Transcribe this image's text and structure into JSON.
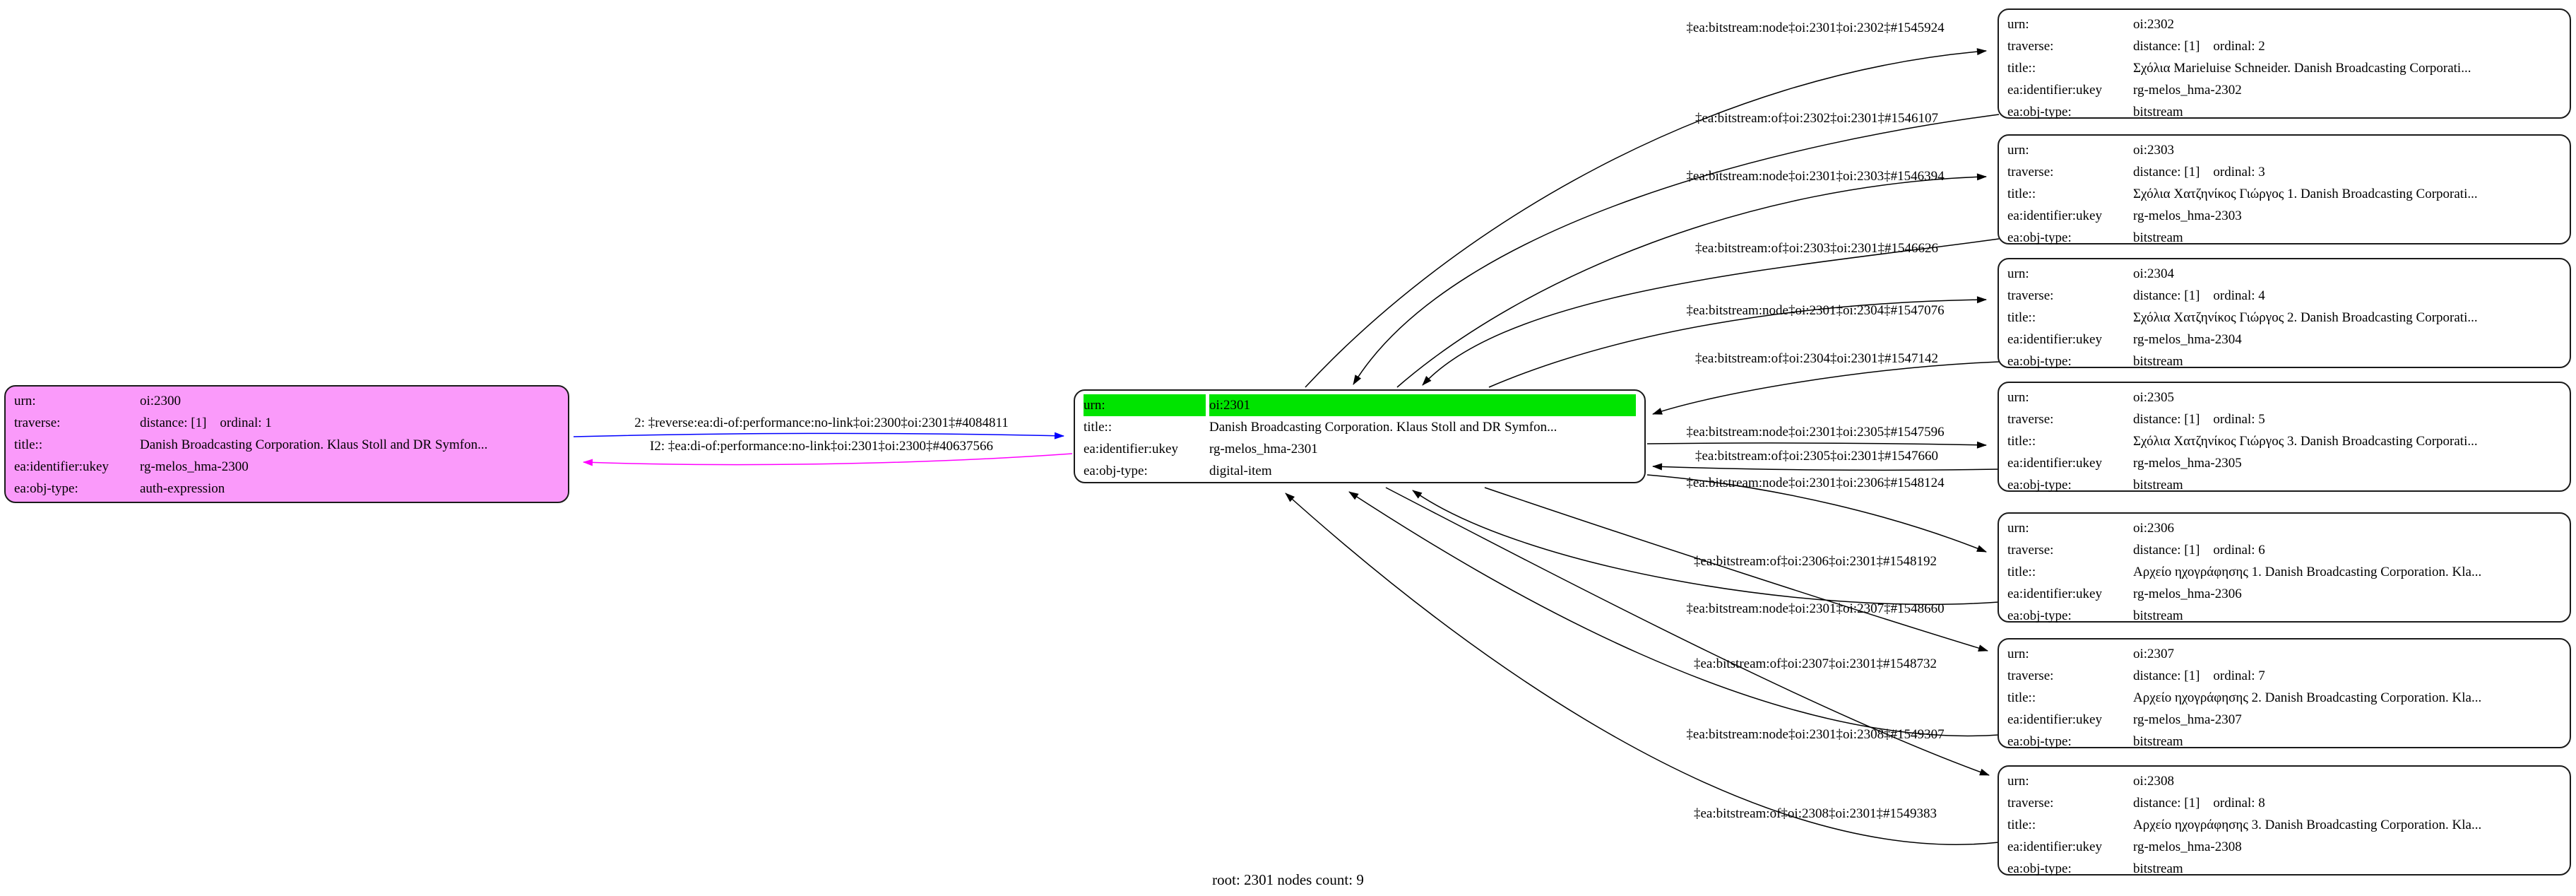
{
  "graph": {
    "caption": "root: 2301 nodes count: 9"
  },
  "colors": {
    "left_node_fill": "#fa9afa",
    "highlight_green": "#00e400",
    "node_border": "#1a1a1a",
    "edge_black": "#000000",
    "edge_blue": "#0000ff",
    "edge_magenta": "#ff00ff"
  },
  "nodes": {
    "n2300": {
      "rows": [
        {
          "k": "urn:",
          "v": "oi:2300"
        },
        {
          "k": "traverse:",
          "v": "distance: [1]    ordinal: 1"
        },
        {
          "k": "title::",
          "v": "Danish Broadcasting Corporation. Klaus Stoll and DR Symfon..."
        },
        {
          "k": "ea:identifier:ukey",
          "v": "rg-melos_hma-2300"
        },
        {
          "k": "ea:obj-type:",
          "v": "auth-expression"
        }
      ]
    },
    "n2301": {
      "rows": [
        {
          "k": "urn:",
          "v": "oi:2301"
        },
        {
          "k": "title::",
          "v": "Danish Broadcasting Corporation. Klaus Stoll and DR Symfon..."
        },
        {
          "k": "ea:identifier:ukey",
          "v": "rg-melos_hma-2301"
        },
        {
          "k": "ea:obj-type:",
          "v": "digital-item"
        }
      ]
    },
    "n2302": {
      "rows": [
        {
          "k": "urn:",
          "v": "oi:2302"
        },
        {
          "k": "traverse:",
          "v": "distance: [1]    ordinal: 2"
        },
        {
          "k": "title::",
          "v": "Σχόλια Marieluise Schneider. Danish Broadcasting Corporati..."
        },
        {
          "k": "ea:identifier:ukey",
          "v": "rg-melos_hma-2302"
        },
        {
          "k": "ea:obj-type:",
          "v": "bitstream"
        }
      ]
    },
    "n2303": {
      "rows": [
        {
          "k": "urn:",
          "v": "oi:2303"
        },
        {
          "k": "traverse:",
          "v": "distance: [1]    ordinal: 3"
        },
        {
          "k": "title::",
          "v": "Σχόλια Χατζηνίκος Γιώργος 1. Danish Broadcasting Corporati..."
        },
        {
          "k": "ea:identifier:ukey",
          "v": "rg-melos_hma-2303"
        },
        {
          "k": "ea:obj-type:",
          "v": "bitstream"
        }
      ]
    },
    "n2304": {
      "rows": [
        {
          "k": "urn:",
          "v": "oi:2304"
        },
        {
          "k": "traverse:",
          "v": "distance: [1]    ordinal: 4"
        },
        {
          "k": "title::",
          "v": "Σχόλια Χατζηνίκος Γιώργος 2. Danish Broadcasting Corporati..."
        },
        {
          "k": "ea:identifier:ukey",
          "v": "rg-melos_hma-2304"
        },
        {
          "k": "ea:obj-type:",
          "v": "bitstream"
        }
      ]
    },
    "n2305": {
      "rows": [
        {
          "k": "urn:",
          "v": "oi:2305"
        },
        {
          "k": "traverse:",
          "v": "distance: [1]    ordinal: 5"
        },
        {
          "k": "title::",
          "v": "Σχόλια Χατζηνίκος Γιώργος 3. Danish Broadcasting Corporati..."
        },
        {
          "k": "ea:identifier:ukey",
          "v": "rg-melos_hma-2305"
        },
        {
          "k": "ea:obj-type:",
          "v": "bitstream"
        }
      ]
    },
    "n2306": {
      "rows": [
        {
          "k": "urn:",
          "v": "oi:2306"
        },
        {
          "k": "traverse:",
          "v": "distance: [1]    ordinal: 6"
        },
        {
          "k": "title::",
          "v": "Αρχείο ηχογράφησης 1. Danish Broadcasting Corporation. Kla..."
        },
        {
          "k": "ea:identifier:ukey",
          "v": "rg-melos_hma-2306"
        },
        {
          "k": "ea:obj-type:",
          "v": "bitstream"
        }
      ]
    },
    "n2307": {
      "rows": [
        {
          "k": "urn:",
          "v": "oi:2307"
        },
        {
          "k": "traverse:",
          "v": "distance: [1]    ordinal: 7"
        },
        {
          "k": "title::",
          "v": "Αρχείο ηχογράφησης 2. Danish Broadcasting Corporation. Kla..."
        },
        {
          "k": "ea:identifier:ukey",
          "v": "rg-melos_hma-2307"
        },
        {
          "k": "ea:obj-type:",
          "v": "bitstream"
        }
      ]
    },
    "n2308": {
      "rows": [
        {
          "k": "urn:",
          "v": "oi:2308"
        },
        {
          "k": "traverse:",
          "v": "distance: [1]    ordinal: 8"
        },
        {
          "k": "title::",
          "v": "Αρχείο ηχογράφησης 3. Danish Broadcasting Corporation. Kla..."
        },
        {
          "k": "ea:identifier:ukey",
          "v": "rg-melos_hma-2308"
        },
        {
          "k": "ea:obj-type:",
          "v": "bitstream"
        }
      ]
    }
  },
  "edges": [
    {
      "label": "2: ‡reverse:ea:di-of:performance:no-link‡oi:2300‡oi:2301‡#4084811",
      "color": "#0000ff"
    },
    {
      "label": "I2: ‡ea:di-of:performance:no-link‡oi:2301‡oi:2300‡#40637566",
      "color": "#ff00ff"
    },
    {
      "label": "‡ea:bitstream:node‡oi:2301‡oi:2302‡#1545924",
      "color": "#000000"
    },
    {
      "label": "‡ea:bitstream:of‡oi:2302‡oi:2301‡#1546107",
      "color": "#000000"
    },
    {
      "label": "‡ea:bitstream:node‡oi:2301‡oi:2303‡#1546394",
      "color": "#000000"
    },
    {
      "label": "‡ea:bitstream:of‡oi:2303‡oi:2301‡#1546626",
      "color": "#000000"
    },
    {
      "label": "‡ea:bitstream:node‡oi:2301‡oi:2304‡#1547076",
      "color": "#000000"
    },
    {
      "label": "‡ea:bitstream:of‡oi:2304‡oi:2301‡#1547142",
      "color": "#000000"
    },
    {
      "label": "‡ea:bitstream:node‡oi:2301‡oi:2305‡#1547596",
      "color": "#000000"
    },
    {
      "label": "‡ea:bitstream:of‡oi:2305‡oi:2301‡#1547660",
      "color": "#000000"
    },
    {
      "label": "‡ea:bitstream:node‡oi:2301‡oi:2306‡#1548124",
      "color": "#000000"
    },
    {
      "label": "‡ea:bitstream:of‡oi:2306‡oi:2301‡#1548192",
      "color": "#000000"
    },
    {
      "label": "‡ea:bitstream:node‡oi:2301‡oi:2307‡#1548660",
      "color": "#000000"
    },
    {
      "label": "‡ea:bitstream:of‡oi:2307‡oi:2301‡#1548732",
      "color": "#000000"
    },
    {
      "label": "‡ea:bitstream:node‡oi:2301‡oi:2308‡#1549307",
      "color": "#000000"
    },
    {
      "label": "‡ea:bitstream:of‡oi:2308‡oi:2301‡#1549383",
      "color": "#000000"
    }
  ]
}
